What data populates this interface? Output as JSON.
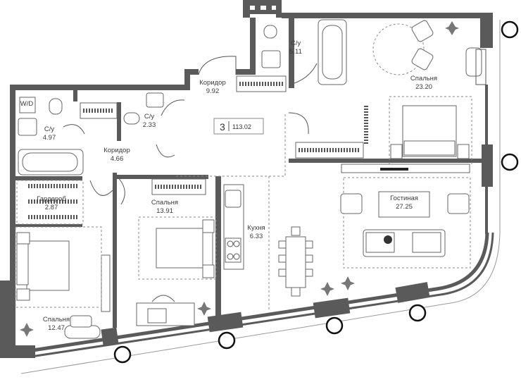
{
  "apartment": {
    "rooms_count": "3",
    "total_area": "113.02"
  },
  "rooms": {
    "wd": {
      "name": "W/D"
    },
    "bath_left": {
      "name": "С/у",
      "area": "4.97"
    },
    "wc_small": {
      "name": "С/у",
      "area": "2.33"
    },
    "bath_top": {
      "name": "С/у",
      "area": "5.11"
    },
    "corridor_top": {
      "name": "Коридор",
      "area": "9.92"
    },
    "corridor_left": {
      "name": "Коридор",
      "area": "4.66"
    },
    "bedroom_master": {
      "name": "Спальня",
      "area": "23.20"
    },
    "wardrobe": {
      "name": "Гардероб",
      "area": "2.87"
    },
    "bedroom_mid": {
      "name": "Спальня",
      "area": "13.91"
    },
    "kitchen": {
      "name": "Кухня",
      "area": "6.33"
    },
    "living": {
      "name": "Гостиная",
      "area": "27.25"
    },
    "bedroom_left": {
      "name": "Спальня",
      "area": "12.47"
    }
  },
  "colors": {
    "wall": "#5a5a5a",
    "line": "#555555",
    "background": "#ffffff"
  },
  "icons": [
    "bed-icon",
    "bathtub-icon",
    "toilet-icon",
    "sink-icon",
    "plant-icon",
    "armchair-icon",
    "sofa-icon",
    "dining-table-icon",
    "desk-icon",
    "hob-icon",
    "column-icon"
  ]
}
